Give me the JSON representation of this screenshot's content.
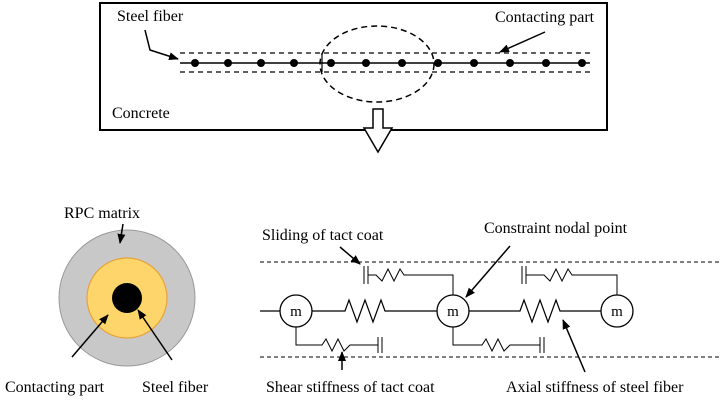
{
  "top_panel": {
    "steel_fiber_label": "Steel fiber",
    "contacting_part_label": "Contacting part",
    "concrete_label": "Concrete"
  },
  "cross_section": {
    "rpc_matrix_label": "RPC matrix",
    "contacting_part_label": "Contacting part",
    "steel_fiber_label": "Steel fiber",
    "colors": {
      "matrix": "#c8c8c8",
      "contacting_part": "#fdd56a",
      "fiber": "#000000"
    }
  },
  "spring_model": {
    "sliding_label": "Sliding of tact coat",
    "constraint_label": "Constraint nodal point",
    "shear_label": "Shear stiffness of tact coat",
    "axial_label": "Axial stiffness of steel fiber",
    "node_labels": [
      "m",
      "m",
      "m"
    ]
  }
}
